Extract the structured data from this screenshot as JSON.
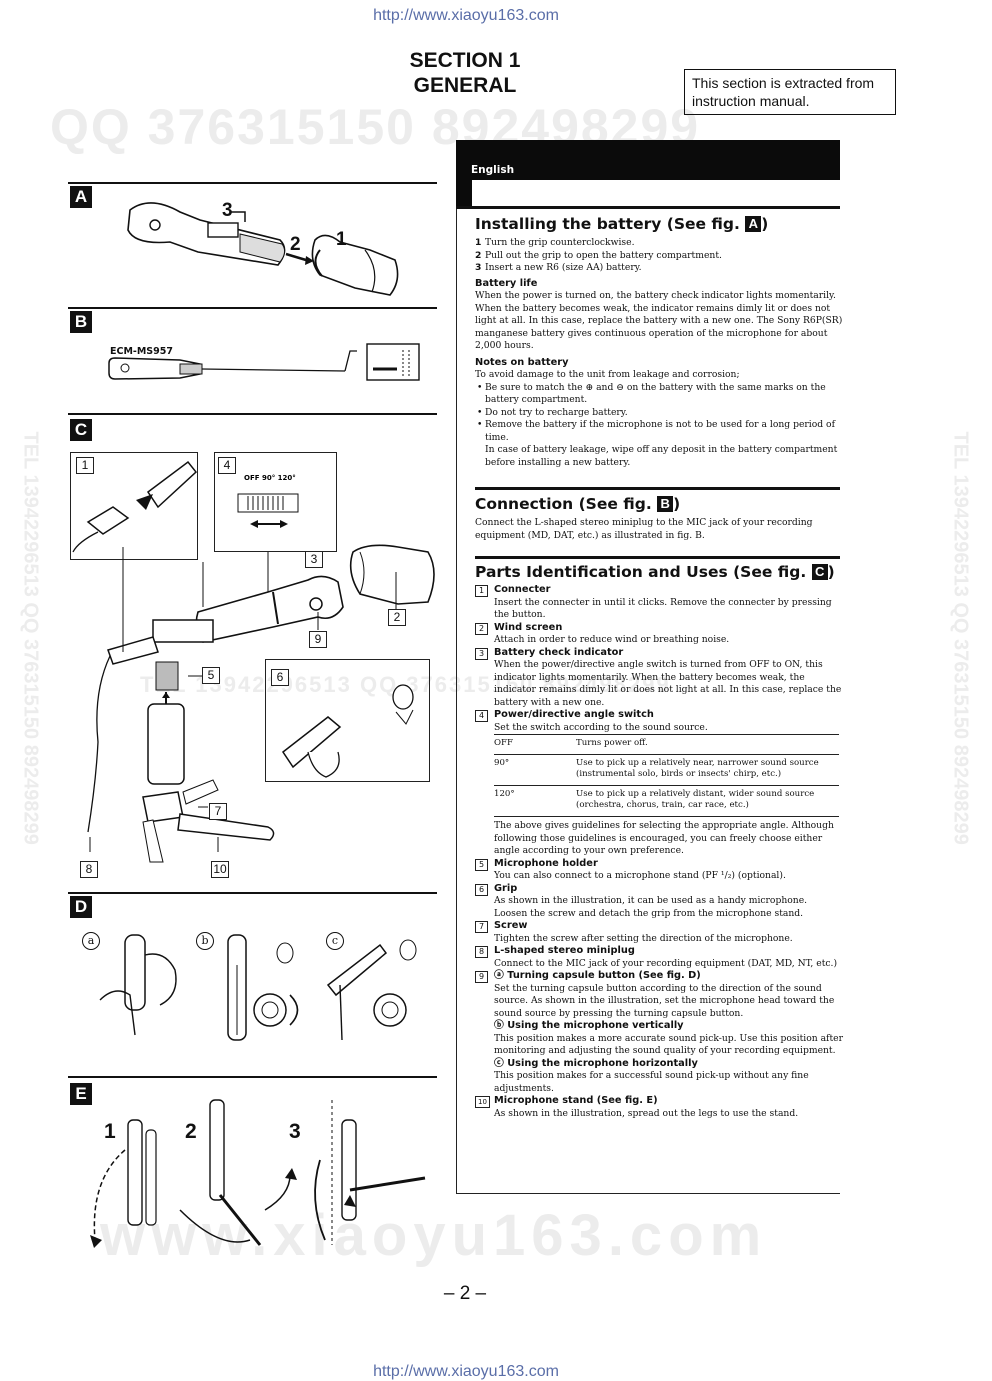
{
  "header": {
    "url_top": "http://www.xiaoyu163.com",
    "url_bottom": "http://www.xiaoyu163.com",
    "section_line1": "SECTION 1",
    "section_line2": "GENERAL",
    "note": "This section is extracted from instruction manual.",
    "watermark_top": "QQ 376315150  892498299",
    "watermark_mid": "TEL 13942296513  QQ 376315150  892498299",
    "watermark_side": "TEL 13942296513  QQ 376315150  892498299",
    "watermark_bottom": "www.xiaoyu163.com"
  },
  "figures": {
    "A": {
      "letter": "A",
      "step1": "1",
      "step2": "2",
      "step3": "3"
    },
    "B": {
      "letter": "B",
      "model": "ECM-MS957"
    },
    "C": {
      "letter": "C",
      "labels": [
        "1",
        "4",
        "3",
        "2",
        "9",
        "5",
        "6",
        "7",
        "8",
        "10"
      ],
      "switch_text": "OFF  90°  120°"
    },
    "D": {
      "letter": "D",
      "a": "a",
      "b": "b",
      "c": "c"
    },
    "E": {
      "letter": "E",
      "s1": "1",
      "s2": "2",
      "s3": "3"
    }
  },
  "manual": {
    "language": "English",
    "battery": {
      "heading": "Installing the battery (See fig.",
      "fig": "A",
      "steps": [
        {
          "n": "1",
          "text": "Turn the grip counterclockwise."
        },
        {
          "n": "2",
          "text": "Pull out the grip to open the battery compartment."
        },
        {
          "n": "3",
          "text": "Insert a new R6 (size AA) battery."
        }
      ],
      "life_title": "Battery life",
      "life_text": "When the power is turned on, the battery check indicator lights momentarily. When the battery becomes weak, the indicator remains dimly lit or does not light at all. In this case, replace the battery with a new one. The Sony R6P(SR) manganese battery gives continuous operation of the microphone for about 2,000 hours.",
      "notes_title": "Notes on battery",
      "notes_intro": "To avoid damage to the unit from leakage and corrosion;",
      "notes": [
        "Be sure to match the ⊕ and ⊖ on the battery with the same marks on the battery compartment.",
        "Do not try to recharge battery.",
        "Remove the battery if the microphone is not to be used for a long period of time."
      ],
      "leak_text": "In case of battery leakage, wipe off any deposit in the battery compartment before installing a new battery."
    },
    "connection": {
      "heading": "Connection (See fig.",
      "fig": "B",
      "text": "Connect the L-shaped stereo miniplug to the MIC jack of your recording equipment (MD, DAT, etc.) as illustrated in fig. B."
    },
    "parts": {
      "heading": "Parts Identification and Uses (See fig.",
      "fig": "C",
      "p1_title": "Connecter",
      "p1_text": "Insert the connecter in until it clicks. Remove the connecter by pressing the button.",
      "p2_title": "Wind screen",
      "p2_text": "Attach in order to reduce wind or breathing noise.",
      "p3_title": "Battery check indicator",
      "p3_text": "When the power/directive angle switch is turned from OFF to ON, this indicator lights momentarily. When the battery becomes weak, the indicator remains dimly lit or does not light at all. In this case, replace the battery with a new one.",
      "p4_title": "Power/directive angle switch",
      "p4_text": "Set the switch according to the sound source.",
      "table": [
        {
          "angle": "OFF",
          "desc": "Turns power off."
        },
        {
          "angle": "90°",
          "desc": "Use to pick up a relatively near, narrower sound source (instrumental solo, birds or insects' chirp, etc.)"
        },
        {
          "angle": "120°",
          "desc": "Use to pick up a relatively distant, wider sound source (orchestra, chorus, train, car race, etc.)"
        }
      ],
      "p4_after": "The above gives guidelines for selecting the appropriate angle. Although following those guidelines is encouraged, you can freely choose either angle according to your own preference.",
      "p5_title": "Microphone holder",
      "p5_text": "You can also connect to a microphone stand (PF ¹/₂) (optional).",
      "p6_title": "Grip",
      "p6_text": "As shown in the illustration, it can be used as a handy microphone. Loosen the screw and detach the grip from the microphone stand.",
      "p7_title": "Screw",
      "p7_text": "Tighten the screw after setting the direction of the microphone.",
      "p8_title": "L-shaped stereo miniplug",
      "p8_text": "Connect to the MIC jack of your recording equipment (DAT, MD, NT, etc.)",
      "p9_title": "ⓐ Turning capsule button (See fig. D)",
      "p9_text": "Set the turning capsule button according to the direction of the sound source. As shown in the illustration, set the microphone head toward the sound source by pressing the turning capsule button.",
      "p9b_title": "ⓑ Using the microphone vertically",
      "p9b_text": "This position makes a more accurate sound pick-up. Use this position after monitoring and adjusting the sound quality of your recording equipment.",
      "p9c_title": "ⓒ Using the microphone horizontally",
      "p9c_text": "This position makes for a successful sound pick-up without any fine adjustments.",
      "p10_title": "Microphone stand (See fig. E)",
      "p10_text": "As shown in the illustration, spread out the legs to use the stand."
    }
  },
  "footer": {
    "page": "– 2 –"
  }
}
